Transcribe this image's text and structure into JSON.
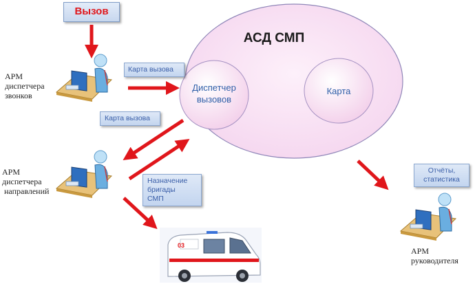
{
  "call": {
    "label": "Вызов"
  },
  "system": {
    "title": "АСД СМП",
    "dispatcher_module": [
      "Диспетчер",
      "вызовов"
    ],
    "map_module": "Карта"
  },
  "notes": {
    "call_card_1": "Карта вызова",
    "call_card_2": "Карта вызова",
    "brigade_assign": [
      "Назначение",
      "бригады",
      "СМП"
    ],
    "reports": [
      "Отчёты,",
      "статистика"
    ]
  },
  "workstations": {
    "call_dispatcher": [
      "АРМ",
      "диспетчера",
      "звонков"
    ],
    "route_dispatcher": [
      "АРМ",
      "диспетчера",
      " направлений"
    ],
    "manager": [
      "АРМ",
      "руководителя"
    ]
  },
  "ambulance": {
    "number": "03"
  },
  "colors": {
    "arrow": "#e0161b",
    "ellipse_fill": "#fbe7f6",
    "module_fill": "#f8d8f0",
    "module_text": "#2f5fa8",
    "note_text": "#3a5ea8",
    "call_text": "#e0161b"
  }
}
